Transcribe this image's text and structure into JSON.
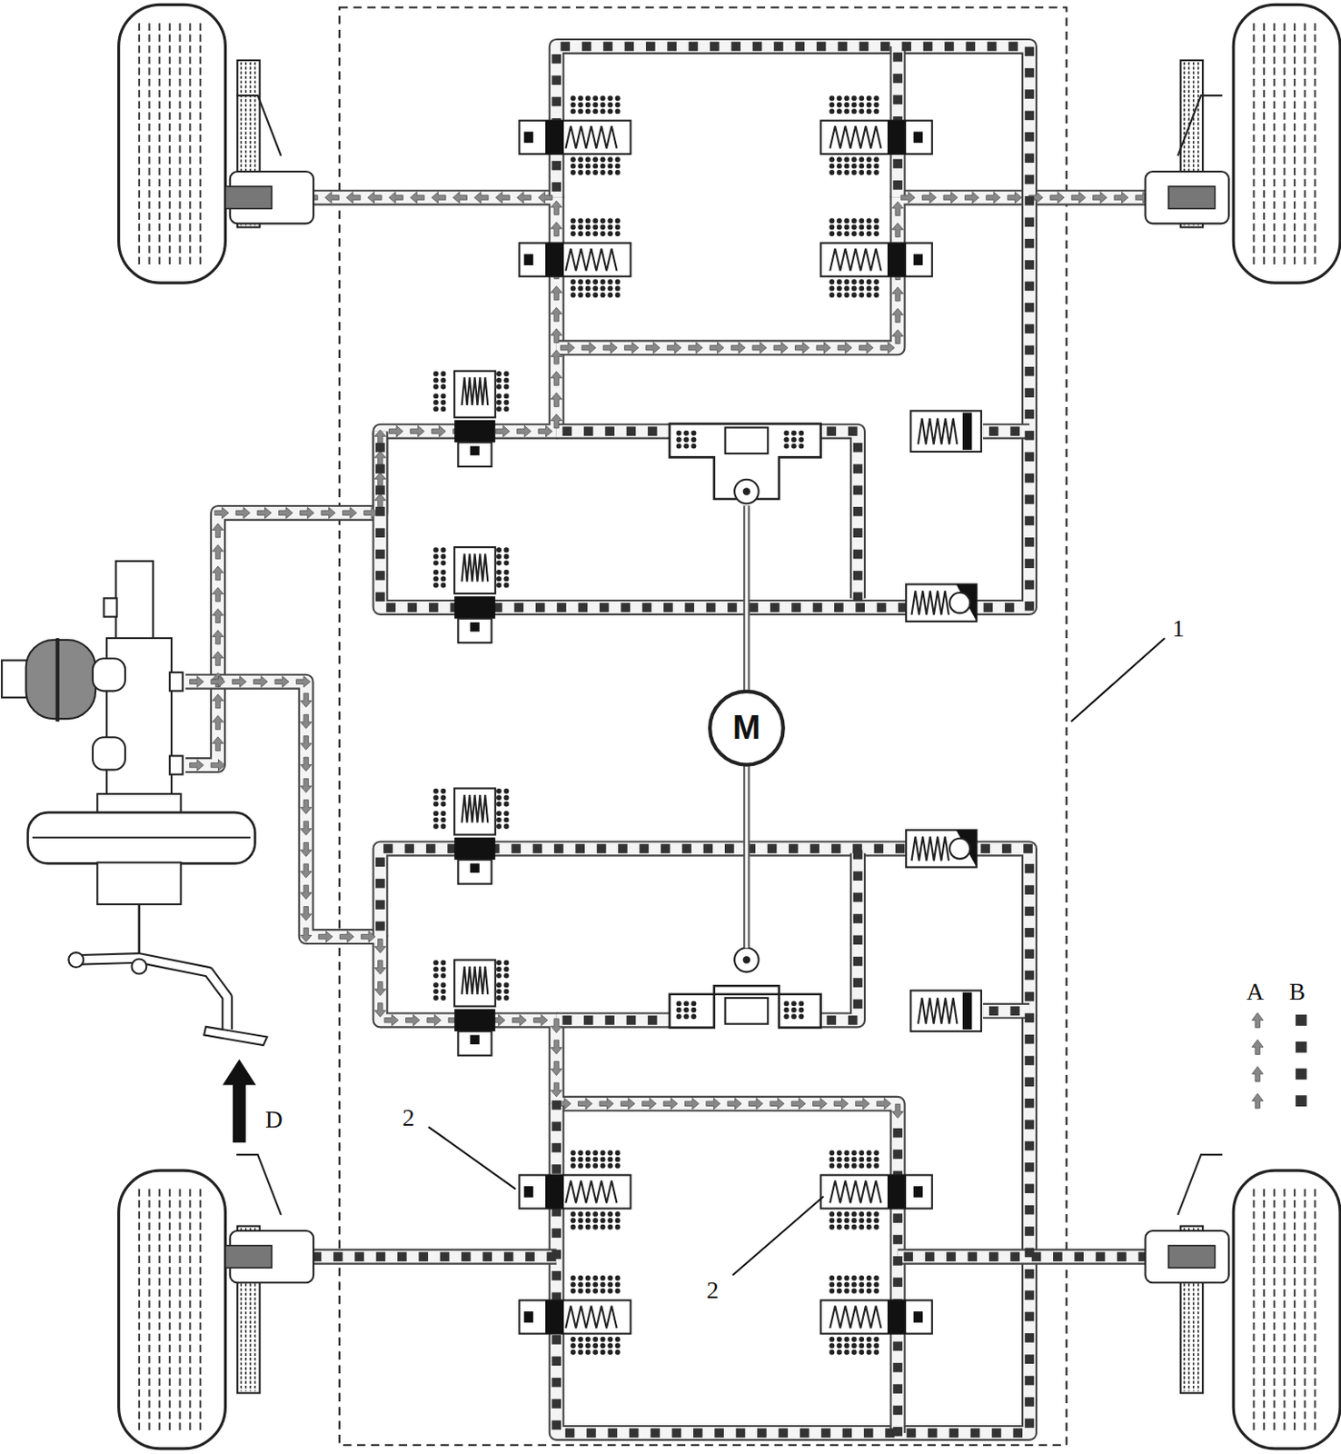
{
  "diagram": {
    "nodes": [
      {
        "text": [
          "M"
        ]
      }
    ],
    "labels": [
      "1",
      "2",
      "2",
      "D"
    ],
    "legend": [
      {
        "text": "A"
      },
      {
        "text": "B"
      }
    ]
  }
}
